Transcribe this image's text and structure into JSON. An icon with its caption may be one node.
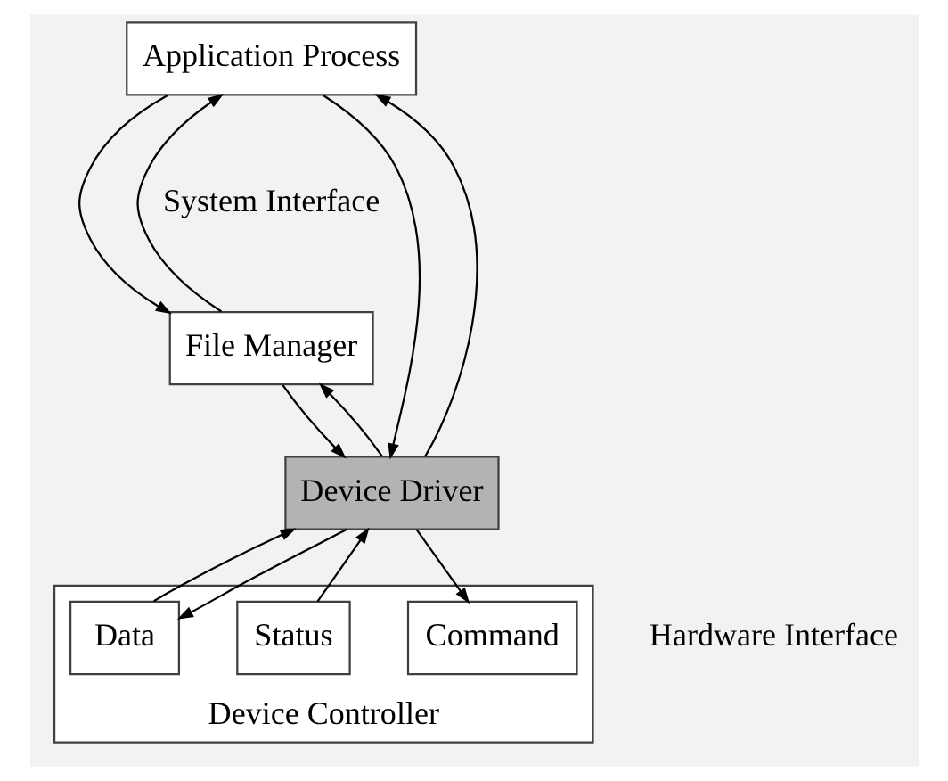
{
  "diagram": {
    "nodes": [
      {
        "text": [
          "Application Process"
        ]
      },
      {
        "text": [
          "File Manager"
        ]
      },
      {
        "text": [
          "Device Driver"
        ]
      },
      {
        "text": [
          "Device Controller"
        ]
      },
      {
        "text": [
          "Command"
        ],
        "in": 3
      },
      {
        "text": [
          "Status"
        ],
        "in": 3
      },
      {
        "text": [
          "Data"
        ],
        "in": 3
      }
    ],
    "edges": [
      {
        "from": 0,
        "to": 1,
        "arrow": "to"
      },
      {
        "from": 1,
        "to": 0,
        "arrow": "to"
      },
      {
        "from": 0,
        "to": 2,
        "arrow": "to"
      },
      {
        "from": 2,
        "to": 0,
        "arrow": "to"
      },
      {
        "from": 1,
        "to": 2,
        "arrow": "to"
      },
      {
        "from": 2,
        "to": 1,
        "arrow": "to"
      },
      {
        "from": 2,
        "to": 4,
        "arrow": "to"
      },
      {
        "from": 5,
        "to": 2,
        "arrow": "to"
      },
      {
        "from": 2,
        "to": 6,
        "arrow": "to"
      },
      {
        "from": 6,
        "to": 2,
        "arrow": "to"
      }
    ],
    "labels": [
      "System Interface",
      "Hardware Interface"
    ]
  }
}
